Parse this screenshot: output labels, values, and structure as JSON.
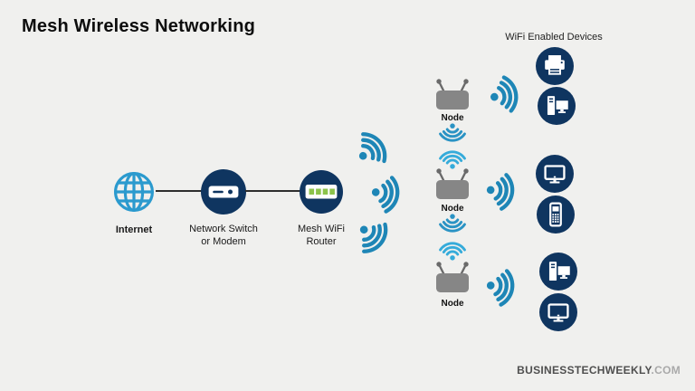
{
  "title": "Mesh Wireless Networking",
  "chain": {
    "internet": {
      "label": "Internet",
      "icon": "globe-icon"
    },
    "switch": {
      "label": "Network Switch or Modem",
      "icon": "modem-icon"
    },
    "router": {
      "label": "Mesh WiFi Router",
      "icon": "wifi-router-icon"
    }
  },
  "nodes": [
    {
      "label": "Node"
    },
    {
      "label": "Node"
    },
    {
      "label": "Node"
    }
  ],
  "devices": {
    "header": "WiFi Enabled Devices",
    "items": [
      {
        "icon": "printer-icon"
      },
      {
        "icon": "desktop-computer-icon"
      },
      {
        "icon": "monitor-icon"
      },
      {
        "icon": "mobile-phone-icon"
      },
      {
        "icon": "desktop-computer-icon"
      },
      {
        "icon": "monitor-icon"
      }
    ]
  },
  "watermark": {
    "brand": "BUSINESSTECHWEEKLY",
    "suffix": ".COM"
  },
  "colors": {
    "background": "#f0f0ee",
    "navy_circle": "#0f3560",
    "globe_blue": "#2b9ace",
    "wifi_blue": "#1e86b6",
    "wifi_light_blue": "#35abda",
    "wifi_mid_blue": "#2a93c4",
    "node_gray": "#868686",
    "led_green": "#8cc34b",
    "connector_line": "#2e2e2e"
  }
}
